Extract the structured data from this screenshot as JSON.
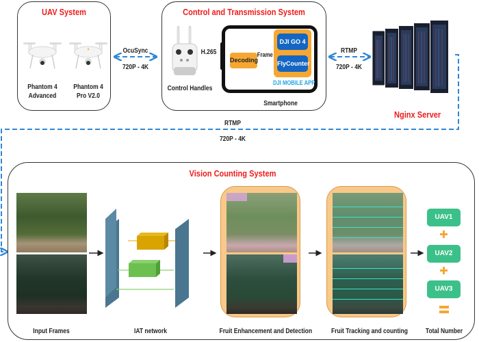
{
  "uav_system": {
    "title": "UAV System",
    "drones": [
      {
        "name_line1": "Phantom 4",
        "name_line2": "Advanced",
        "icon": "drone-icon"
      },
      {
        "name_line1": "Phantom 4",
        "name_line2": "Pro V2.0",
        "icon": "drone-icon"
      }
    ]
  },
  "link_ocusync": {
    "protocol": "OcuSync",
    "resolution": "720P - 4K"
  },
  "control_system": {
    "title": "Control and Transmission System",
    "controller_label": "Control Handles",
    "codec_label": "H.265",
    "decoding_label": "Decoding",
    "frame_label": "Frame",
    "apps": [
      "DJI GO 4",
      "FlyCounter"
    ],
    "mobile_app_label": "DJI MOBILE APP",
    "smartphone_label": "Smartphone"
  },
  "link_rtmp_server": {
    "protocol": "RTMP",
    "resolution": "720P - 4K"
  },
  "server": {
    "label": "Nginx Server",
    "icon": "server-rack-icon"
  },
  "link_rtmp_vision": {
    "protocol": "RTMP",
    "resolution": "720P - 4K"
  },
  "vision_system": {
    "title": "Vision Counting System",
    "stages": [
      {
        "label": "Input Frames"
      },
      {
        "label": "IAT network"
      },
      {
        "label": "Fruit Enhancement and Detection"
      },
      {
        "label": "Fruit Tracking and counting"
      },
      {
        "label": "Total Number"
      }
    ],
    "uav_totals": [
      "UAV1",
      "UAV2",
      "UAV3"
    ]
  },
  "colors": {
    "title_red": "#ee1c1c",
    "dashed_blue": "#2f86d6",
    "orange": "#f6a733",
    "app_blue": "#1466c2",
    "mobile_app_text": "#1fa3e8",
    "uav_green": "#3cc08a",
    "iat_blue": "#4a7690",
    "iat_yellow": "#d9a400",
    "iat_green": "#6cc050"
  }
}
